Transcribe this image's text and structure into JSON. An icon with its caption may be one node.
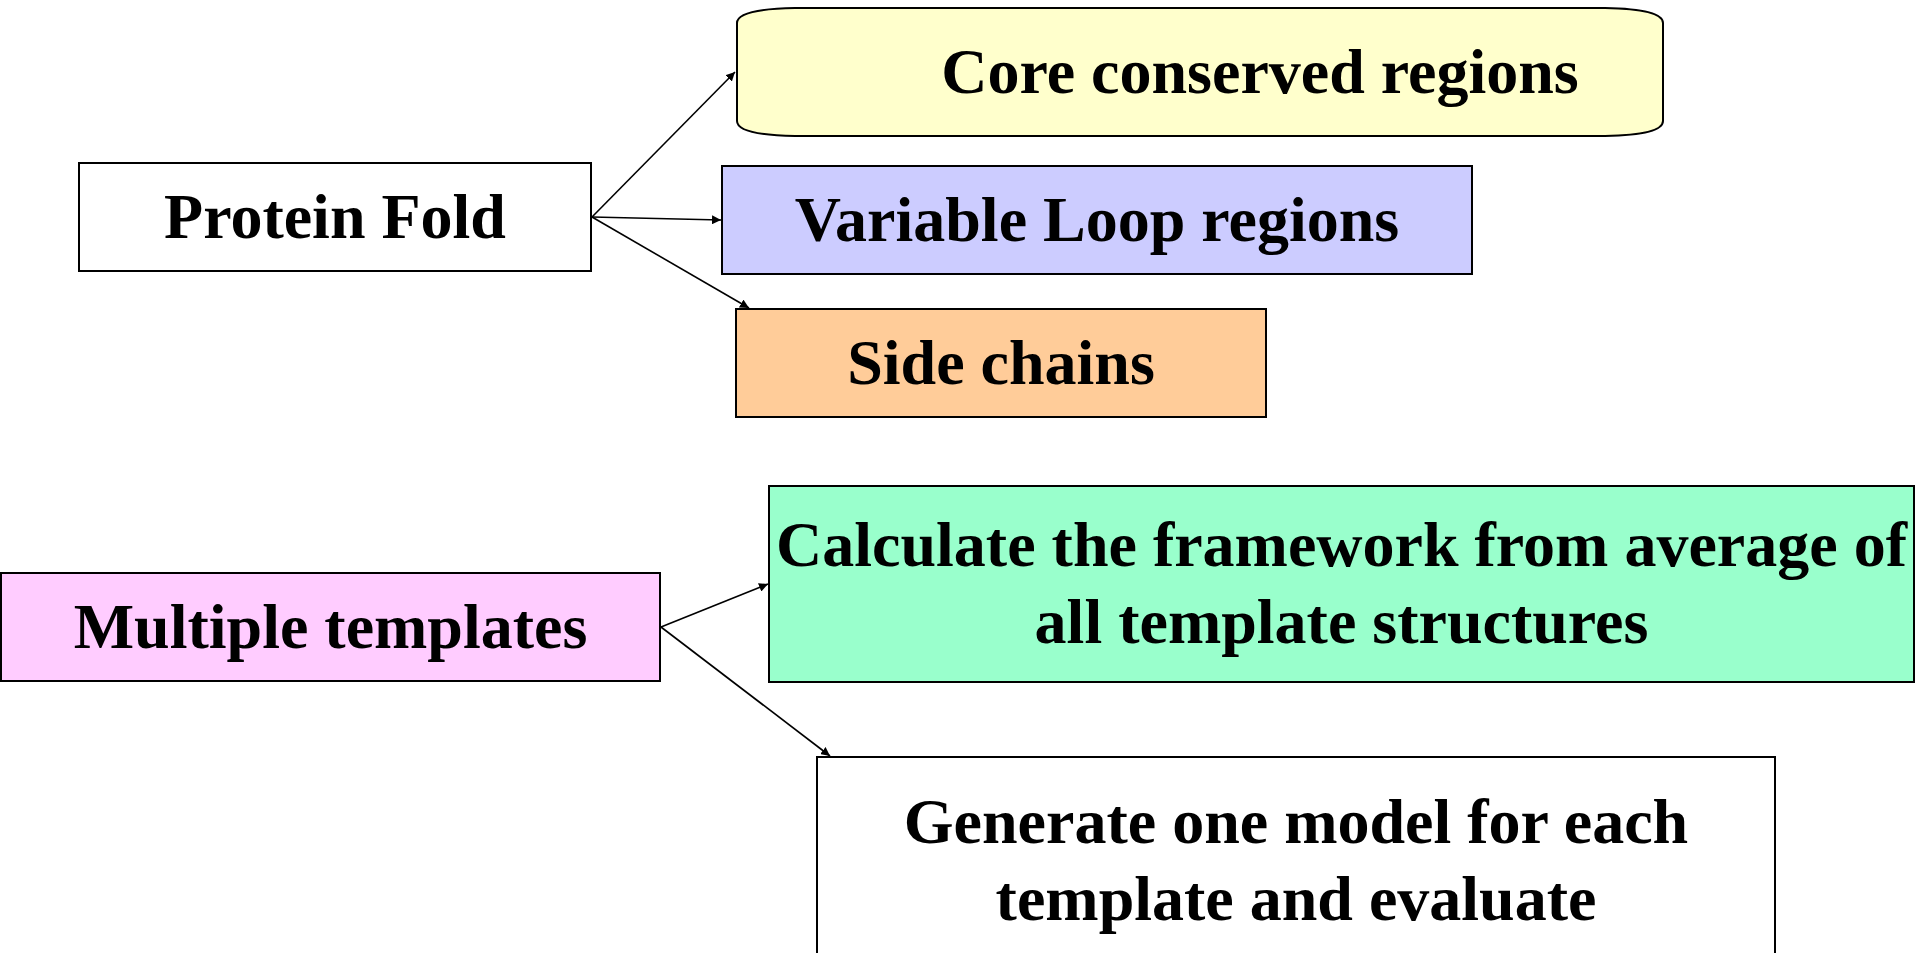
{
  "diagram": {
    "nodes": [
      {
        "text": [
          "Protein Fold"
        ]
      },
      {
        "text": [
          "Core conserved regions"
        ]
      },
      {
        "text": [
          "Variable Loop regions"
        ]
      },
      {
        "text": [
          "Side chains"
        ]
      },
      {
        "text": [
          "Multiple templates"
        ]
      },
      {
        "text": [
          "Calculate the framework from average of all template structures"
        ]
      },
      {
        "text": [
          "Generate one model for each template and evaluate"
        ]
      }
    ],
    "edges": [
      {
        "from": 0,
        "to": 1,
        "arrow": "to"
      },
      {
        "from": 0,
        "to": 2,
        "arrow": "to"
      },
      {
        "from": 0,
        "to": 3,
        "arrow": "to"
      },
      {
        "from": 4,
        "to": 5,
        "arrow": "to"
      },
      {
        "from": 4,
        "to": 6,
        "arrow": "to"
      }
    ]
  }
}
